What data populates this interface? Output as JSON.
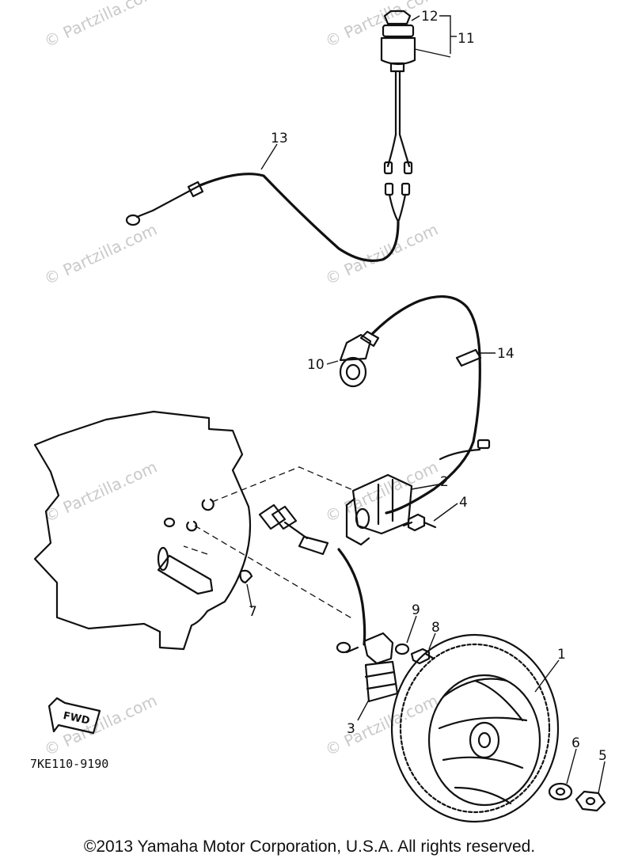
{
  "watermark": "© Partzilla.com",
  "fwd_label": "FWD",
  "diagram_ref": "7KE110-9190",
  "callouts": [
    "1",
    "2",
    "3",
    "4",
    "5",
    "6",
    "7",
    "8",
    "9",
    "10",
    "11",
    "12",
    "13",
    "14"
  ],
  "copyright": "©2013  Yamaha Motor Corporation, U.S.A. All rights reserved."
}
